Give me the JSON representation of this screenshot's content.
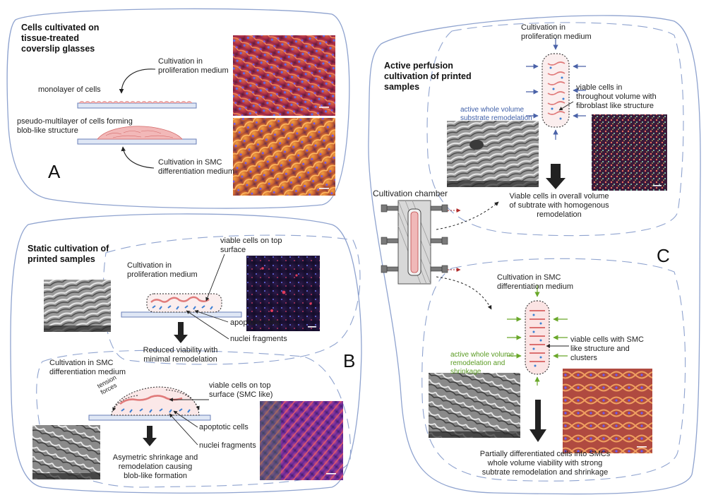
{
  "panelA": {
    "title": "Cells cultivated on tissue-treated coverslip glasses",
    "cultivation_prolif": "Cultivation in proliferation medium",
    "monolayer": "monolayer of cells",
    "pseudo": "pseudo-multilayer of cells forming blob-like structure",
    "cultivation_smc": "Cultivation in SMC differentiation medium",
    "letter": "A"
  },
  "panelB": {
    "title": "Static cultivation of printed samples",
    "cultivation_prolif": "Cultivation in proliferation medium",
    "viable_top": "viable cells on top surface",
    "apoptotic_1": "apoptotic cells",
    "nuclei_1": "nuclei fragments",
    "reduced": "Reduced viability with minimal remodelation",
    "cultivation_smc": "Cultivation in SMC differentiation medium",
    "tension": "tension forces",
    "viable_smc": "viable cells on top surface (SMC like)",
    "apoptotic_2": "apoptotic cells",
    "nuclei_2": "nuclei fragments",
    "asym": "Asymetric shrinkage and remodelation causing blob-like formation",
    "letter": "B"
  },
  "panelC": {
    "title": "Active perfusion cultivation of printed samples",
    "cultivation_prolif": "Cultivation in proliferation medium",
    "active_whole": "active whole volume substrate remodelation",
    "viable_throughout": "viable cells in throughout volume with fibroblast like structure",
    "viable_overall": "Viable cells in overall volume of subtrate with homogenous remodelation",
    "chamber": "Cultivation chamber",
    "cultivation_smc": "Cultivation in SMC differentiation medium",
    "active_shrink": "active whole volume remodelation and shrinkage",
    "viable_smc": "viable cells with SMC like structure and clusters",
    "partially": "Partially differentiated cells into SMCs whole volume viability with strong subtrate remodelation and shrinkage",
    "letter": "C"
  },
  "colors": {
    "outline": "#8fa3cf",
    "prolif_arrow": "#4a62a8",
    "smc_arrow": "#6aa82a",
    "cell_pink": "#e88a8a",
    "nucleus_blue": "#3b7fd4"
  }
}
